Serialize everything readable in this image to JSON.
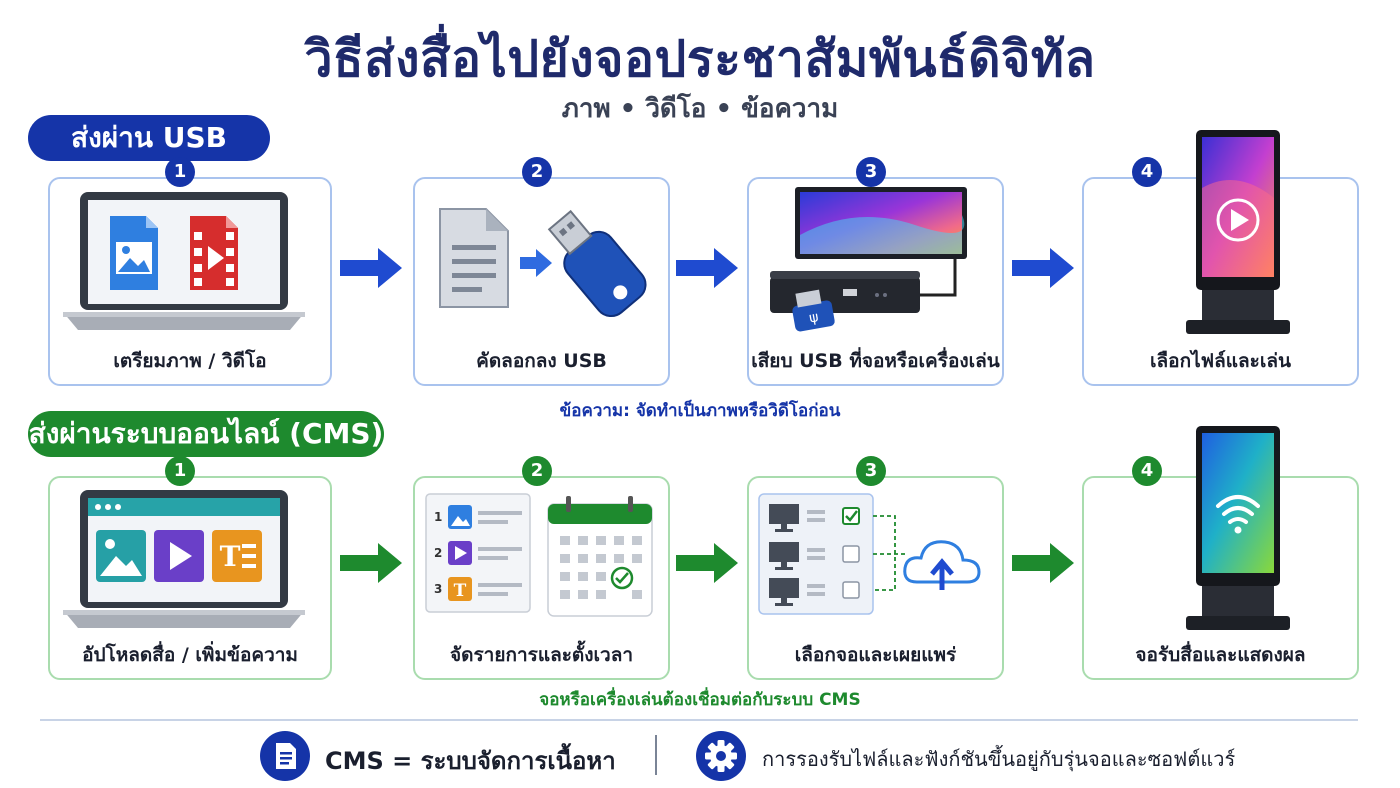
{
  "title": "วิธีส่งสื่อไปยังจอประชาสัมพันธ์ดิจิทัล",
  "subtitle": "ภาพ • วิดีโอ • ข้อความ",
  "usb": {
    "label": "ส่งผ่าน USB",
    "steps": [
      {
        "number": "1",
        "label": "เตรียมภาพ / วิดีโอ"
      },
      {
        "number": "2",
        "label": "คัดลอกลง USB"
      },
      {
        "number": "3",
        "label": "เสียบ USB ที่จอหรือเครื่องเล่น"
      },
      {
        "number": "4",
        "label": "เลือกไฟล์และเล่น"
      }
    ],
    "note": "ข้อความ: จัดทำเป็นภาพหรือวิดีโอก่อน"
  },
  "cms": {
    "label": "ส่งผ่านระบบออนไลน์ (CMS)",
    "steps": [
      {
        "number": "1",
        "label": "อัปโหลดสื่อ / เพิ่มข้อความ"
      },
      {
        "number": "2",
        "label": "จัดรายการและตั้งเวลา"
      },
      {
        "number": "3",
        "label": "เลือกจอและเผยแพร่"
      },
      {
        "number": "4",
        "label": "จอรับสื่อและแสดงผล"
      }
    ],
    "playlist_numbers": [
      "1",
      "2",
      "3"
    ],
    "note": "จอหรือเครื่องเล่นต้องเชื่อมต่อกับระบบ CMS"
  },
  "footer": {
    "cms_definition": "CMS = ระบบจัดการเนื้อหา",
    "compatibility": "การรองรับไฟล์และฟังก์ชันขึ้นอยู่กับรุ่นจอและซอฟต์แวร์"
  },
  "colors": {
    "navy": "#1f2a6b",
    "usb_blue": "#1534a8",
    "cms_green": "#1e8a2e"
  },
  "icons": [
    "image-icon",
    "video-icon",
    "document-icon",
    "usb-drive-icon",
    "monitor-icon",
    "media-player-icon",
    "kiosk-screen-icon",
    "play-icon",
    "text-icon",
    "calendar-icon",
    "check-icon",
    "cloud-upload-icon",
    "wifi-icon",
    "gear-icon"
  ]
}
